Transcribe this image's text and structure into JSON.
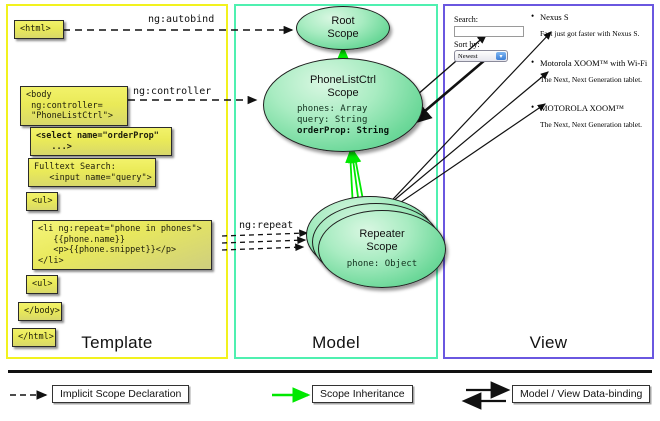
{
  "columns": [
    {
      "key": "template",
      "label": "Template",
      "color": "#f2f21e"
    },
    {
      "key": "model",
      "label": "Model",
      "color": "#4ff0b0"
    },
    {
      "key": "view",
      "label": "View",
      "color": "#6a57e0"
    }
  ],
  "template": {
    "boxes": [
      {
        "name": "html-open-box",
        "text": "<html>"
      },
      {
        "name": "body-box",
        "text": "<body\n ng:controller=\n \"PhoneListCtrl\">"
      },
      {
        "name": "select-box",
        "text": "<select name=\"orderProp\"\n   ...>"
      },
      {
        "name": "fulltext-box",
        "text": "Fulltext Search:\n   <input name=\"query\">"
      },
      {
        "name": "ul-open-box",
        "text": "<ul>"
      },
      {
        "name": "li-repeat-box",
        "text": "<li ng:repeat=\"phone in phones\">\n   {{phone.name}}\n   <p>{{phone.snippet}}</p>\n</li>"
      },
      {
        "name": "ul-close-box",
        "text": "<ul>"
      },
      {
        "name": "body-close-box",
        "text": "</body>"
      },
      {
        "name": "html-close-box",
        "text": "</html>"
      }
    ]
  },
  "model": {
    "root_scope": {
      "title_line1": "Root",
      "title_line2": "Scope"
    },
    "phonelist_scope": {
      "title_line1": "PhoneListCtrl",
      "title_line2": "Scope",
      "members": [
        "phones: Array",
        "query: String"
      ],
      "member_bold": "orderProp: String"
    },
    "repeater_scope": {
      "title_line1": "Repeater",
      "title_line2": "Scope",
      "member": "phone: Object"
    }
  },
  "edges": {
    "autobind": "ng:autobind",
    "controller": "ng:controller",
    "repeat": "ng:repeat"
  },
  "view": {
    "search_label": "Search:",
    "search_value": "",
    "sort_label": "Sort by:",
    "sort_selected": "Newest",
    "phones": [
      {
        "name": "Nexus S",
        "snippet": "Fast just got faster with Nexus S."
      },
      {
        "name": "Motorola XOOM™  with Wi-Fi",
        "snippet": "The Next, Next Generation tablet."
      },
      {
        "name": "MOTOROLA XOOM™",
        "snippet": "The Next, Next Generation tablet."
      }
    ]
  },
  "legend": [
    {
      "name": "legend-implicit",
      "label": "Implicit Scope Declaration",
      "style": "dashed-arrow",
      "color": "#111111"
    },
    {
      "name": "legend-inheritance",
      "label": "Scope Inheritance",
      "style": "green-arrow",
      "color": "#00e800"
    },
    {
      "name": "legend-databinding",
      "label": "Model / View Data-binding",
      "style": "double-arrow",
      "color": "#111111"
    }
  ]
}
